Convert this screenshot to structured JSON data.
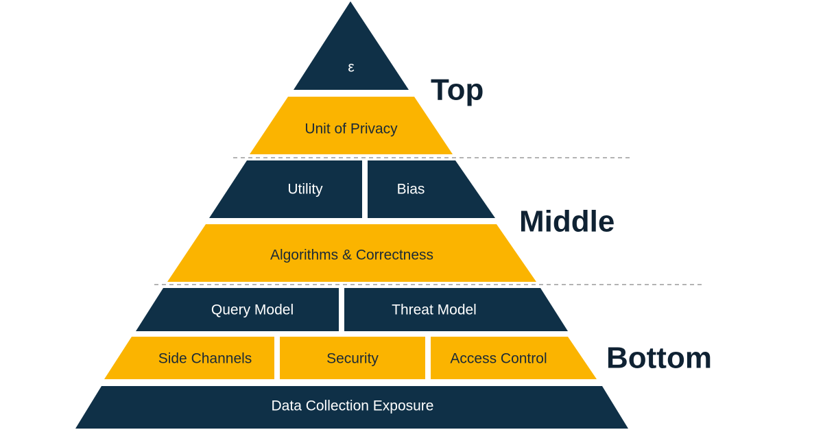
{
  "colors": {
    "dark": "#0f3047",
    "gold": "#fbb400",
    "on_dark": "#ffffff",
    "on_gold": "#1b2a36",
    "tier_text": "#0f2233",
    "divider": "#9a9a9a"
  },
  "tiers": {
    "top": "Top",
    "middle": "Middle",
    "bottom": "Bottom"
  },
  "blocks": {
    "epsilon": "ε",
    "unit_of_privacy": "Unit of Privacy",
    "utility": "Utility",
    "bias": "Bias",
    "algorithms_correctness": "Algorithms & Correctness",
    "query_model": "Query Model",
    "threat_model": "Threat Model",
    "side_channels": "Side Channels",
    "security": "Security",
    "access_control": "Access Control",
    "data_collection_exposure": "Data Collection Exposure"
  }
}
